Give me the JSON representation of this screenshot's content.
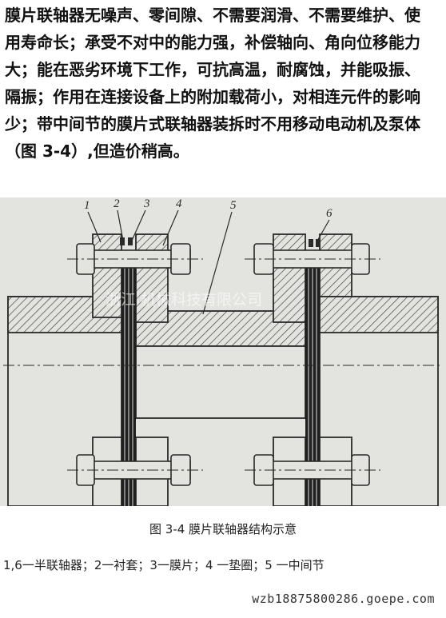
{
  "paragraph": {
    "lines": [
      "膜片联轴器无噪声、零间隙、不需要润滑、不需要维护、使",
      "用寿命长；承受不对中的能力强，补偿轴向、角向位移能力",
      "大；能在恶劣环境下工作，可抗高温，耐腐蚀，并能吸振、",
      "隔振；作用在连接设备上的附加载荷小，对相连元件的影响",
      "少；带中间节的膜片式联轴器装拆时不用移动电动机及泵体",
      "（图 3-4）,但造价稍高。"
    ]
  },
  "figure": {
    "part_labels": [
      "1",
      "2",
      "3",
      "4",
      "5",
      "6"
    ],
    "watermark": "浙江 机械科技有限公司",
    "colors": {
      "background": "#e3e3e0",
      "line": "#2a2a2a",
      "hatch": "#3a3a3a",
      "disc": "#1f1f1f"
    }
  },
  "caption": "图 3-4 膜片联轴器结构示意",
  "legend": "1,6一半联轴器；2一衬套；3一膜片；4 一垫圈；5 一中间节",
  "footer_url": "wzb18875800286.goepe.com"
}
